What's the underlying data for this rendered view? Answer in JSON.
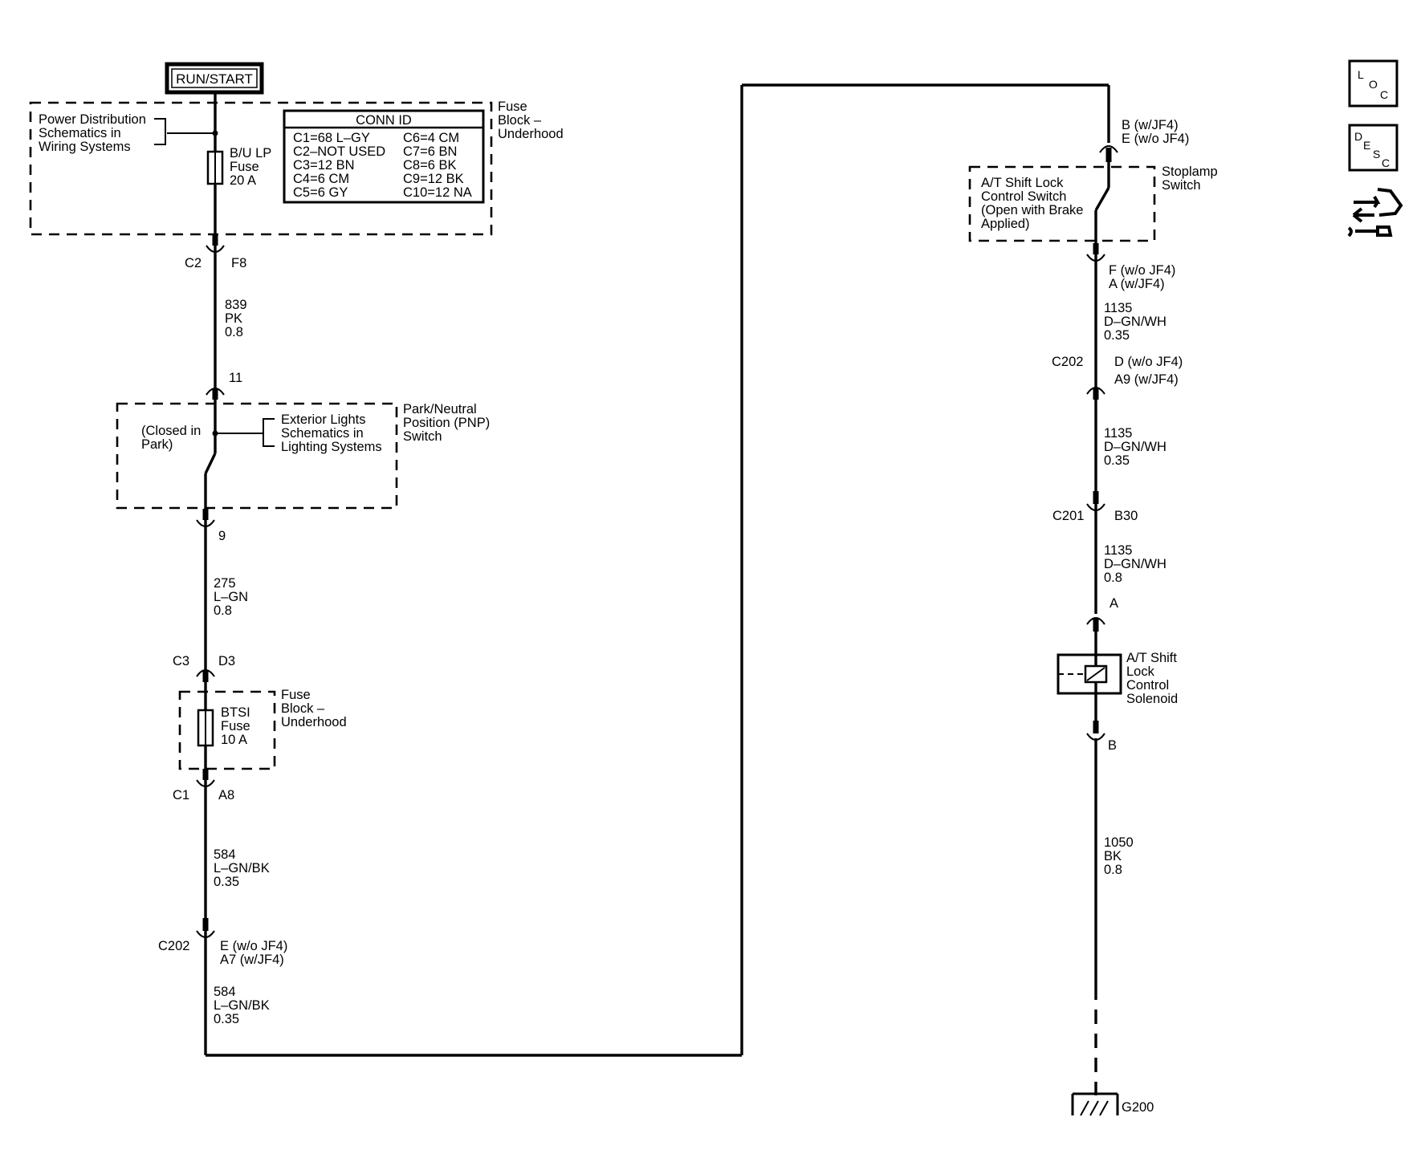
{
  "power_source": "RUN/START",
  "left_column": {
    "power_dist_ref": [
      "Power Distribution",
      "Schematics in",
      "Wiring Systems"
    ],
    "fuse_block_top": [
      "Fuse",
      "Block –",
      "Underhood"
    ],
    "bu_lp_fuse": [
      "B/U LP",
      "Fuse",
      "20 A"
    ],
    "conn_id": {
      "title": "CONN ID",
      "col1": [
        "C1=68 L–GY",
        "C2–NOT USED",
        "C3=12 BN",
        "C4=6 CM",
        "C5=6 GY"
      ],
      "col2": [
        "C6=4 CM",
        "C7=6 BN",
        "C8=6 BK",
        "C9=12 BK",
        "C10=12 NA"
      ]
    },
    "conn_c2": "C2",
    "conn_f8": "F8",
    "wire_839": [
      "839",
      "PK",
      "0.8"
    ],
    "pin_11": "11",
    "pnp_closed": [
      "(Closed in",
      "Park)"
    ],
    "ext_lights_ref": [
      "Exterior Lights",
      "Schematics in",
      "Lighting Systems"
    ],
    "pnp_switch": [
      "Park/Neutral",
      "Position (PNP)",
      "Switch"
    ],
    "pin_9": "9",
    "wire_275": [
      "275",
      "L–GN",
      "0.8"
    ],
    "conn_c3": "C3",
    "conn_d3": "D3",
    "btsi_fuse": [
      "BTSI",
      "Fuse",
      "10 A"
    ],
    "fuse_block_lower": [
      "Fuse",
      "Block –",
      "Underhood"
    ],
    "conn_c1": "C1",
    "conn_a8": "A8",
    "wire_584_a": [
      "584",
      "L–GN/BK",
      "0.35"
    ],
    "conn_c202": "C202",
    "c202_pins": [
      "E (w/o JF4)",
      "A7 (w/JF4)"
    ],
    "wire_584_b": [
      "584",
      "L–GN/BK",
      "0.35"
    ]
  },
  "right_column": {
    "switch_top_pins": [
      "B (w/JF4)",
      "E (w/o JF4)"
    ],
    "shift_lock_switch": [
      "A/T Shift Lock",
      "Control Switch",
      "(Open with Brake",
      "Applied)"
    ],
    "stoplamp_switch": [
      "Stoplamp",
      "Switch"
    ],
    "switch_bottom_pins": [
      "F (w/o JF4)",
      "A (w/JF4)"
    ],
    "wire_1135_a": [
      "1135",
      "D–GN/WH",
      "0.35"
    ],
    "conn_c202": "C202",
    "c202_pins": [
      "D (w/o JF4)",
      "A9 (w/JF4)"
    ],
    "wire_1135_b": [
      "1135",
      "D–GN/WH",
      "0.35"
    ],
    "conn_c201": "C201",
    "conn_b30": "B30",
    "wire_1135_c": [
      "1135",
      "D–GN/WH",
      "0.8"
    ],
    "pin_a": "A",
    "solenoid": [
      "A/T Shift",
      "Lock",
      "Control",
      "Solenoid"
    ],
    "pin_b": "B",
    "wire_1050": [
      "1050",
      "BK",
      "0.8"
    ],
    "ground": "G200"
  },
  "side_icons": {
    "loc": [
      "L",
      "O",
      "C"
    ],
    "desc": [
      "D",
      "E",
      "S",
      "C"
    ],
    "icons": [
      "loc-icon",
      "desc-icon",
      "circuit-operation-icon"
    ]
  }
}
